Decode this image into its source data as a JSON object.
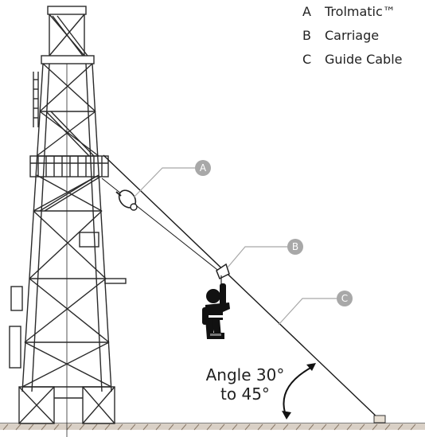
{
  "legend": [
    {
      "key": "A",
      "label": "Trolmatic™"
    },
    {
      "key": "B",
      "label": "Carriage"
    },
    {
      "key": "C",
      "label": "Guide Cable"
    }
  ],
  "callouts": {
    "a": "A",
    "b": "B",
    "c": "C"
  },
  "angle": {
    "line1": "Angle 30°",
    "line2": "to 45°"
  },
  "colors": {
    "line": "#1a1a1a",
    "callout": "#a8a8a8",
    "ground": "#8a7a6a"
  }
}
